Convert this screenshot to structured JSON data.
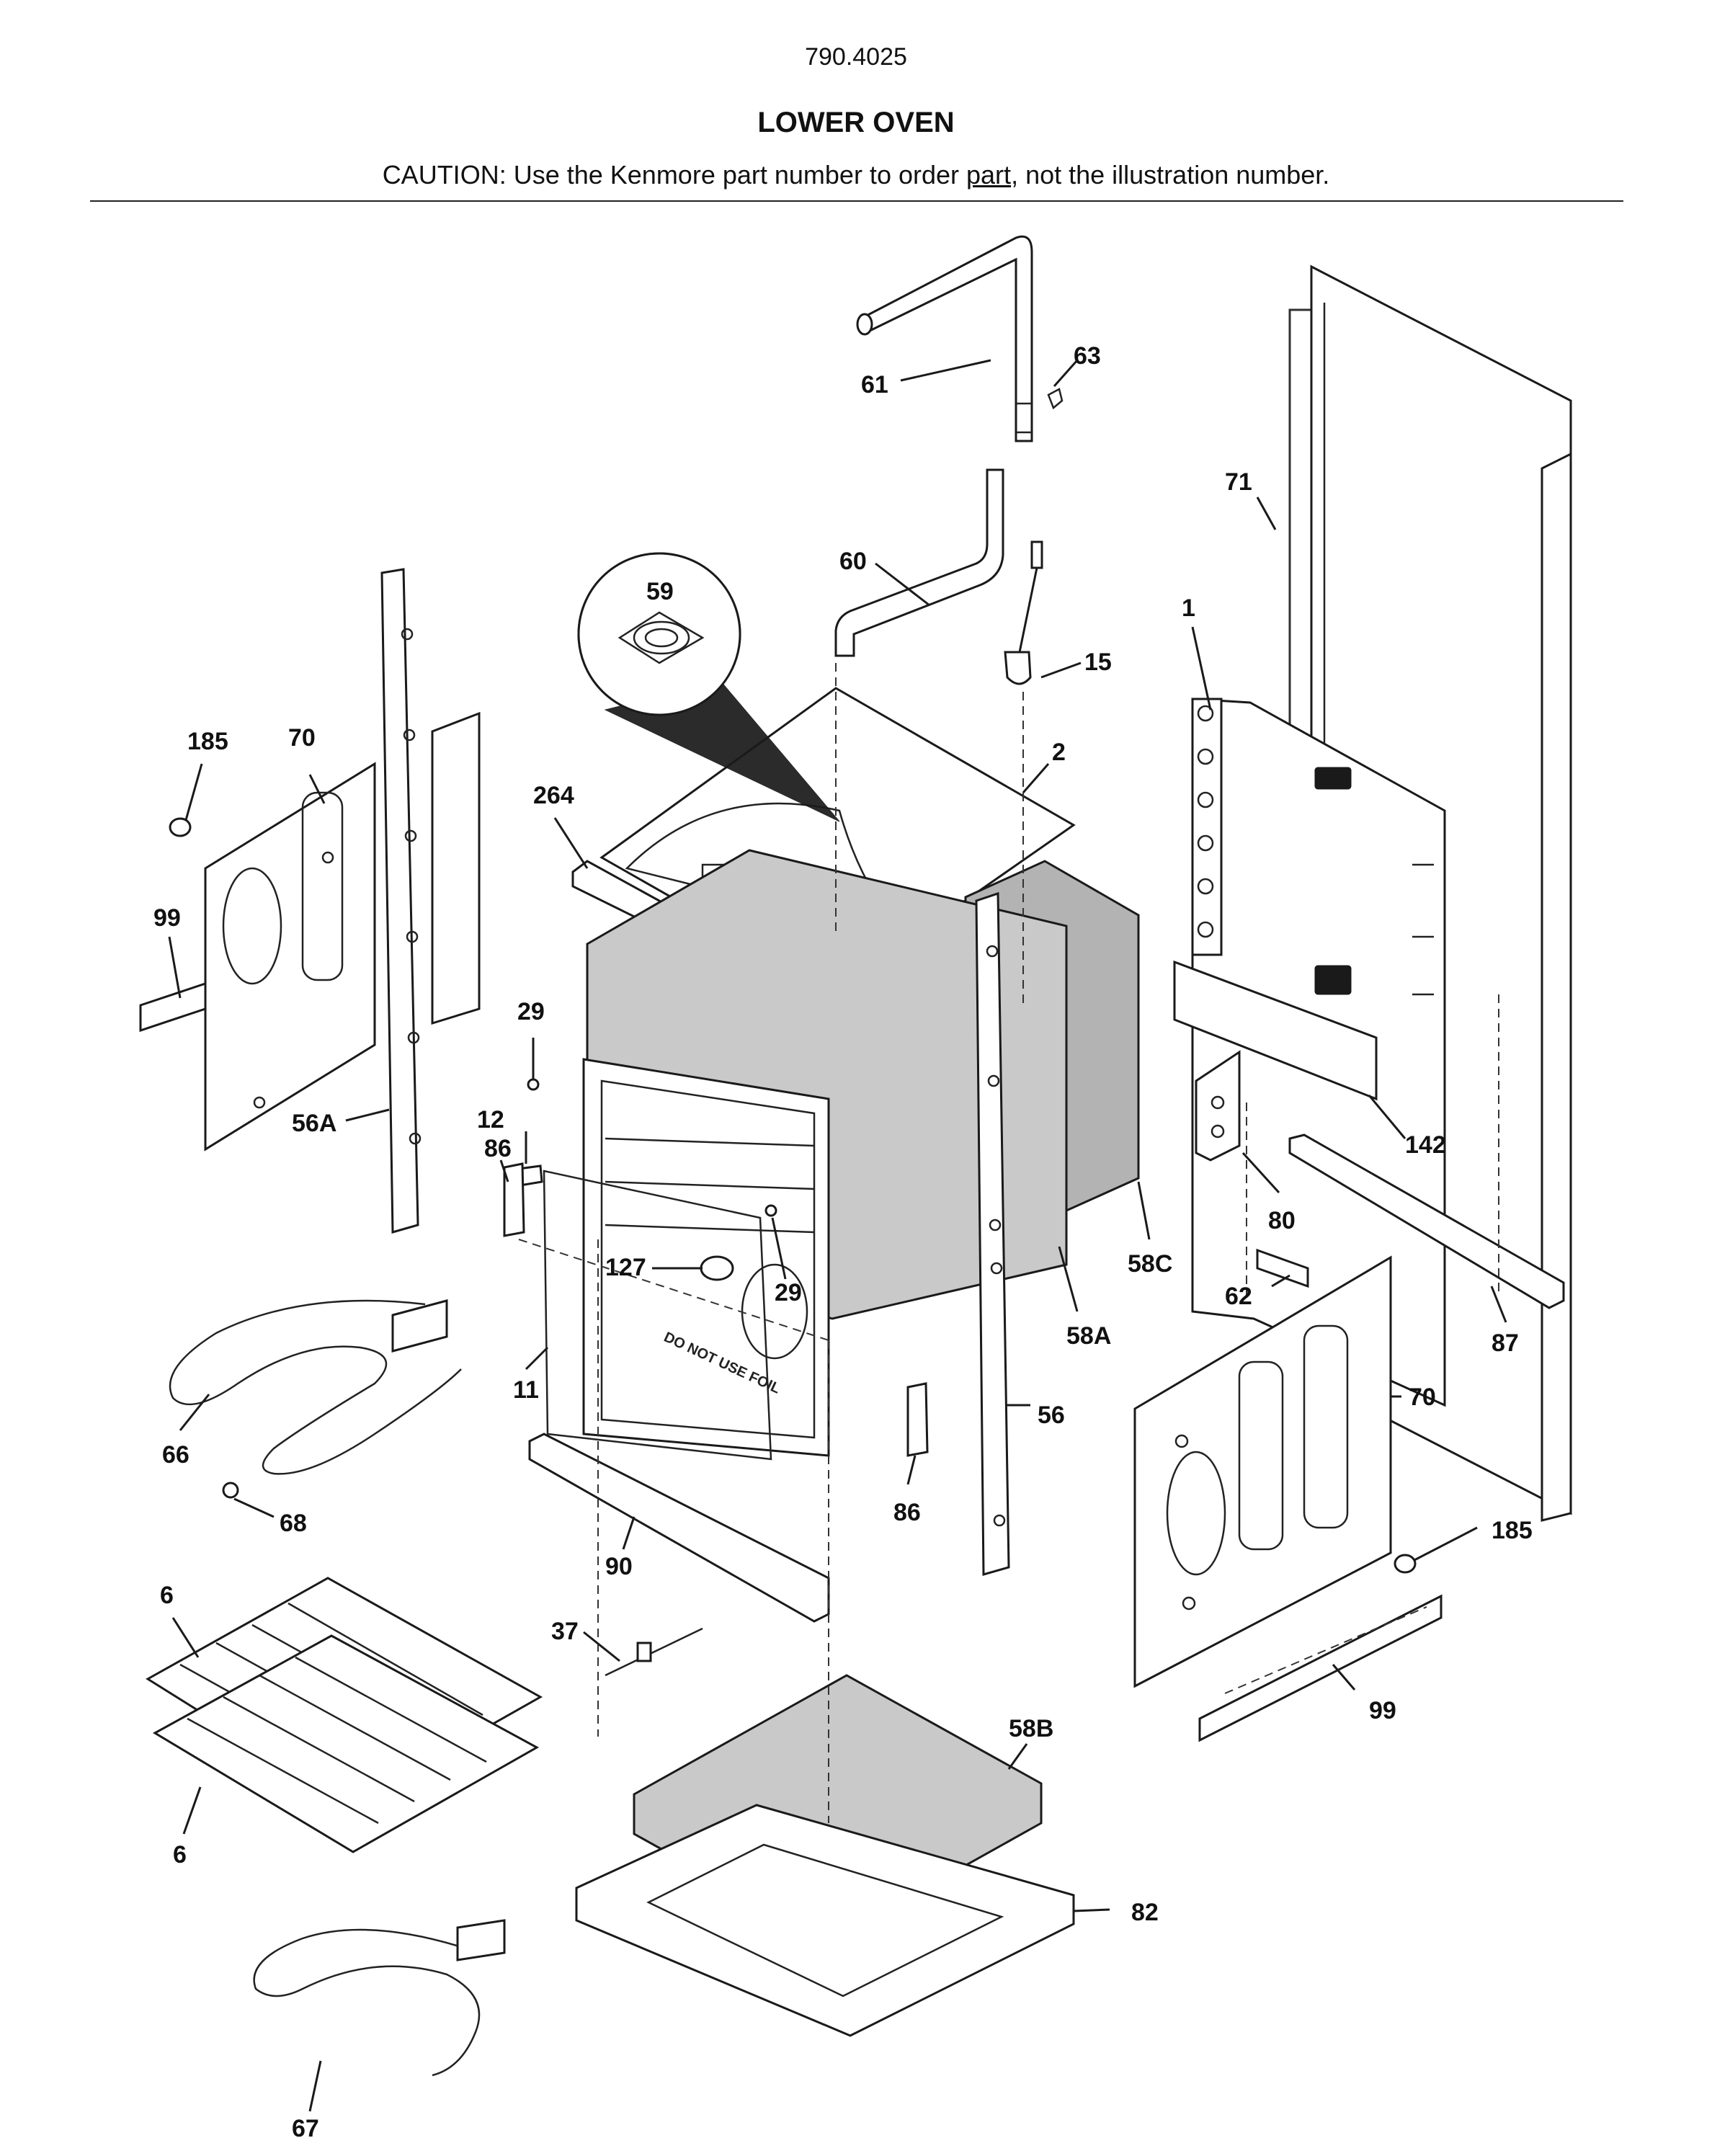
{
  "header": {
    "model_code": "790.4025",
    "title": "LOWER OVEN",
    "caution_before": "CAUTION: Use the Kenmore part number to order ",
    "caution_link": "part",
    "caution_after": ", not the illustration number."
  },
  "callouts": {
    "c61": "61",
    "c63": "63",
    "c71": "71",
    "c60": "60",
    "c59": "59",
    "c15": "15",
    "c1": "1",
    "c185_left": "185",
    "c70_left": "70",
    "c2": "2",
    "c264": "264",
    "c99_left": "99",
    "c29_top": "29",
    "c12": "12",
    "c56A": "56A",
    "c86_left": "86",
    "c142": "142",
    "c80": "80",
    "c58C": "58C",
    "c127": "127",
    "c29_inner": "29",
    "c62": "62",
    "c87": "87",
    "c58A": "58A",
    "c11": "11",
    "c66": "66",
    "c56": "56",
    "c70_right": "70",
    "c68": "68",
    "c86_right": "86",
    "c90": "90",
    "c185_right": "185",
    "c6_top": "6",
    "c37": "37",
    "c99_right": "99",
    "c58B": "58B",
    "c6_bottom": "6",
    "c82": "82",
    "c67": "67"
  },
  "oven_liner_text": "DO NOT USE FOIL"
}
